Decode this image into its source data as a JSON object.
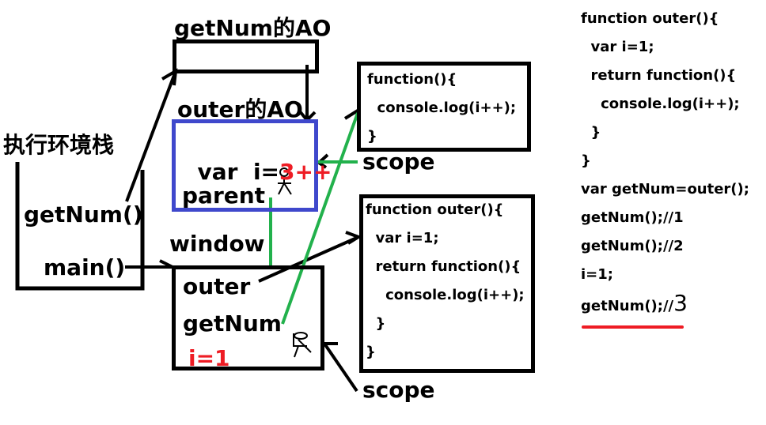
{
  "colors": {
    "ink": "#000000",
    "accent_blue": "#3f48cc",
    "accent_green": "#22b14c",
    "accent_red": "#ee1c24"
  },
  "stack": {
    "title": "执行环境栈",
    "frames": [
      "getNum()",
      "main()"
    ]
  },
  "getnum_ao": {
    "title": "getNum的AO"
  },
  "outer_ao": {
    "title": "outer的AO",
    "var_prefix": "var  i=",
    "var_value": "3++",
    "parent_label": "parent"
  },
  "window_obj": {
    "title": "window",
    "props": [
      "outer",
      "getNum"
    ],
    "var_value": "i=1"
  },
  "inner_fn_box": {
    "lines": [
      "function(){",
      "  console.log(i++);",
      "}"
    ],
    "scope_label": "scope"
  },
  "outer_fn_box": {
    "lines": [
      "function outer(){",
      "  var i=1;",
      "  return function(){",
      "    console.log(i++);",
      "  }",
      "}"
    ],
    "scope_label": "scope"
  },
  "source_code": {
    "lines": [
      "function outer(){",
      "  var i=1;",
      "  return function(){",
      "    console.log(i++);",
      "  }",
      "}",
      "var getNum=outer();",
      "getNum();//1",
      "getNum();//2",
      "i=1;"
    ],
    "last_line_prefix": "getNum();//",
    "last_line_result": "3"
  }
}
